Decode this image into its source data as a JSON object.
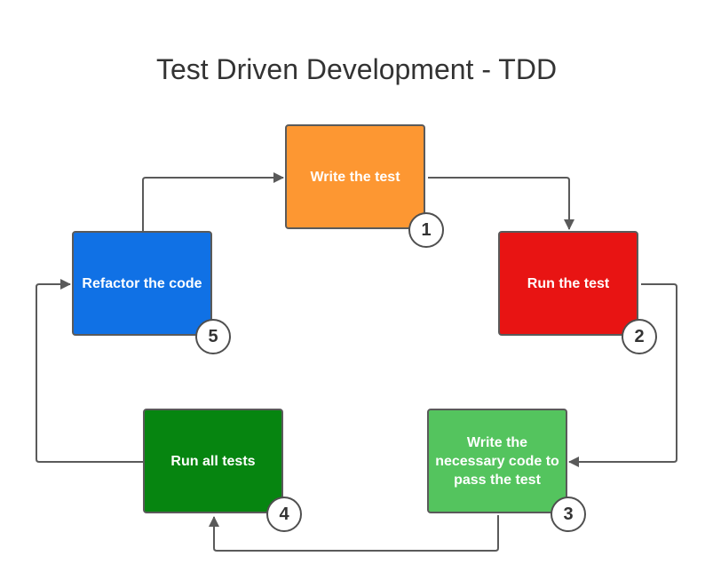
{
  "title": "Test Driven Development - TDD",
  "steps": [
    {
      "number": "1",
      "label": "Write the test",
      "color": "#fd9732"
    },
    {
      "number": "2",
      "label": "Run the test",
      "color": "#e81413"
    },
    {
      "number": "3",
      "label": "Write the necessary code to pass the test",
      "color": "#54c45e"
    },
    {
      "number": "4",
      "label": "Run all tests",
      "color": "#068510"
    },
    {
      "number": "5",
      "label": "Refactor the code",
      "color": "#1071e5"
    }
  ],
  "flow": [
    {
      "from": "1",
      "to": "2"
    },
    {
      "from": "2",
      "to": "3"
    },
    {
      "from": "3",
      "to": "4"
    },
    {
      "from": "4",
      "to": "5"
    },
    {
      "from": "5",
      "to": "1"
    }
  ],
  "colors": {
    "connector": "#5a5a5a",
    "border": "#5a5a5a",
    "title": "#333333"
  }
}
